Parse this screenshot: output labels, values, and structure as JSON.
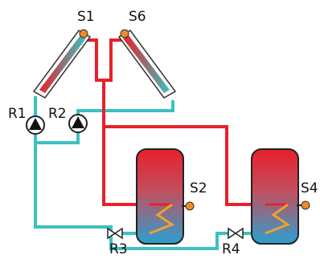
{
  "labels": {
    "s1": "S1",
    "s6": "S6",
    "r1": "R1",
    "r2": "R2",
    "s2": "S2",
    "s4": "S4",
    "r3": "R3",
    "r4": "R4"
  },
  "colors": {
    "hot_pipe": "#e8202a",
    "cold_pipe": "#3cc0c0",
    "sensor": "#f08a24",
    "tank_top": "#e8202a",
    "tank_bottom": "#2aa0d0",
    "collector_frame": "#333333"
  },
  "icons": {
    "collector-left": "solar-collector-icon",
    "collector-right": "solar-collector-icon",
    "pump-r1": "pump-icon",
    "pump-r2": "pump-icon",
    "valve-r3": "valve-icon",
    "valve-r4": "valve-icon",
    "tank-1": "storage-tank-icon",
    "tank-2": "storage-tank-icon"
  }
}
